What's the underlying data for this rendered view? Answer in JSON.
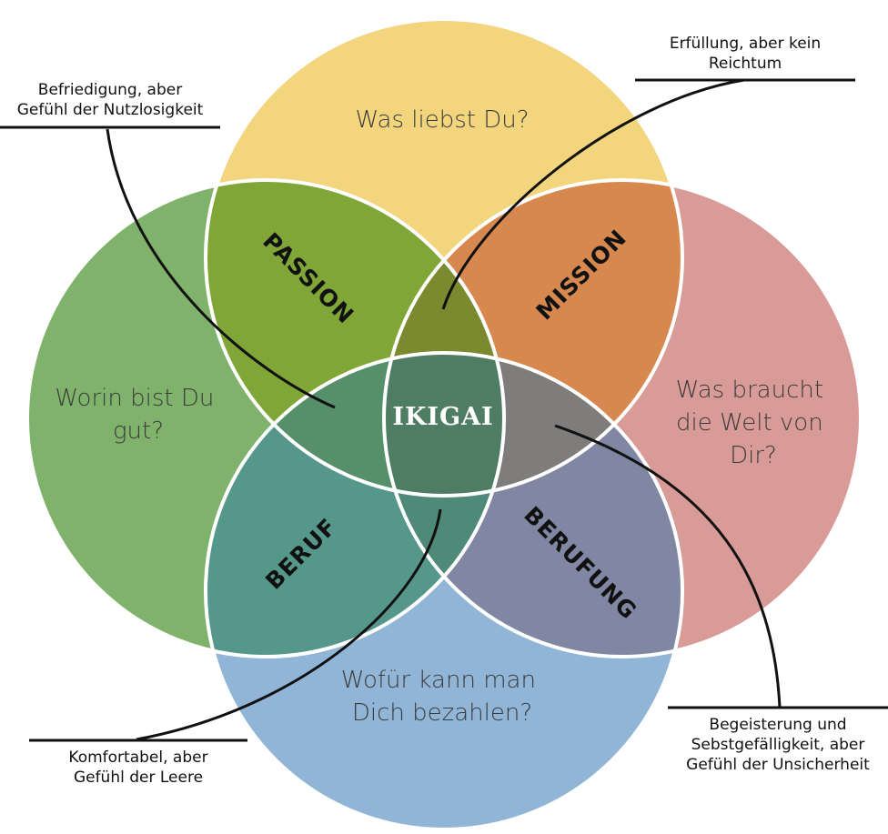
{
  "circles": {
    "love": {
      "question": [
        "Was liebst Du?"
      ],
      "color": "#f3d57e"
    },
    "good": {
      "question": [
        "Worin bist Du",
        "gut?"
      ],
      "color": "#7fb26a"
    },
    "need": {
      "question": [
        "Was braucht",
        "die Welt von",
        "Dir?"
      ],
      "color": "#d99b97"
    },
    "paid": {
      "question": [
        "Wofür kann man",
        "Dich bezahlen?"
      ],
      "color": "#91b5d6"
    }
  },
  "zones": {
    "passion": {
      "label": "PASSION",
      "color": "#7fa637"
    },
    "mission": {
      "label": "MISSION",
      "color": "#d6884f"
    },
    "beruf": {
      "label": "BERUF",
      "color": "#55978a"
    },
    "berufung": {
      "label": "BERUFUNG",
      "color": "#8087a2"
    }
  },
  "center": {
    "label": "IKIGAI",
    "color": "#4f7d63"
  },
  "triples": {
    "top": "#7b8a2e",
    "left": "#55906a",
    "right": "#7e7d7b",
    "bottom": "#4f8a78"
  },
  "annotations": {
    "top_left": [
      "Befriedigung, aber",
      "Gefühl der Nutzlosigkeit"
    ],
    "top_right": [
      "Erfüllung, aber kein",
      "Reichtum"
    ],
    "bottom_left": [
      "Komfortabel, aber",
      "Gefühl der Leere"
    ],
    "bottom_right": [
      "Begeisterung und",
      "Sebstgefälligkeit, aber",
      "Gefühl der Unsicherheit"
    ]
  }
}
